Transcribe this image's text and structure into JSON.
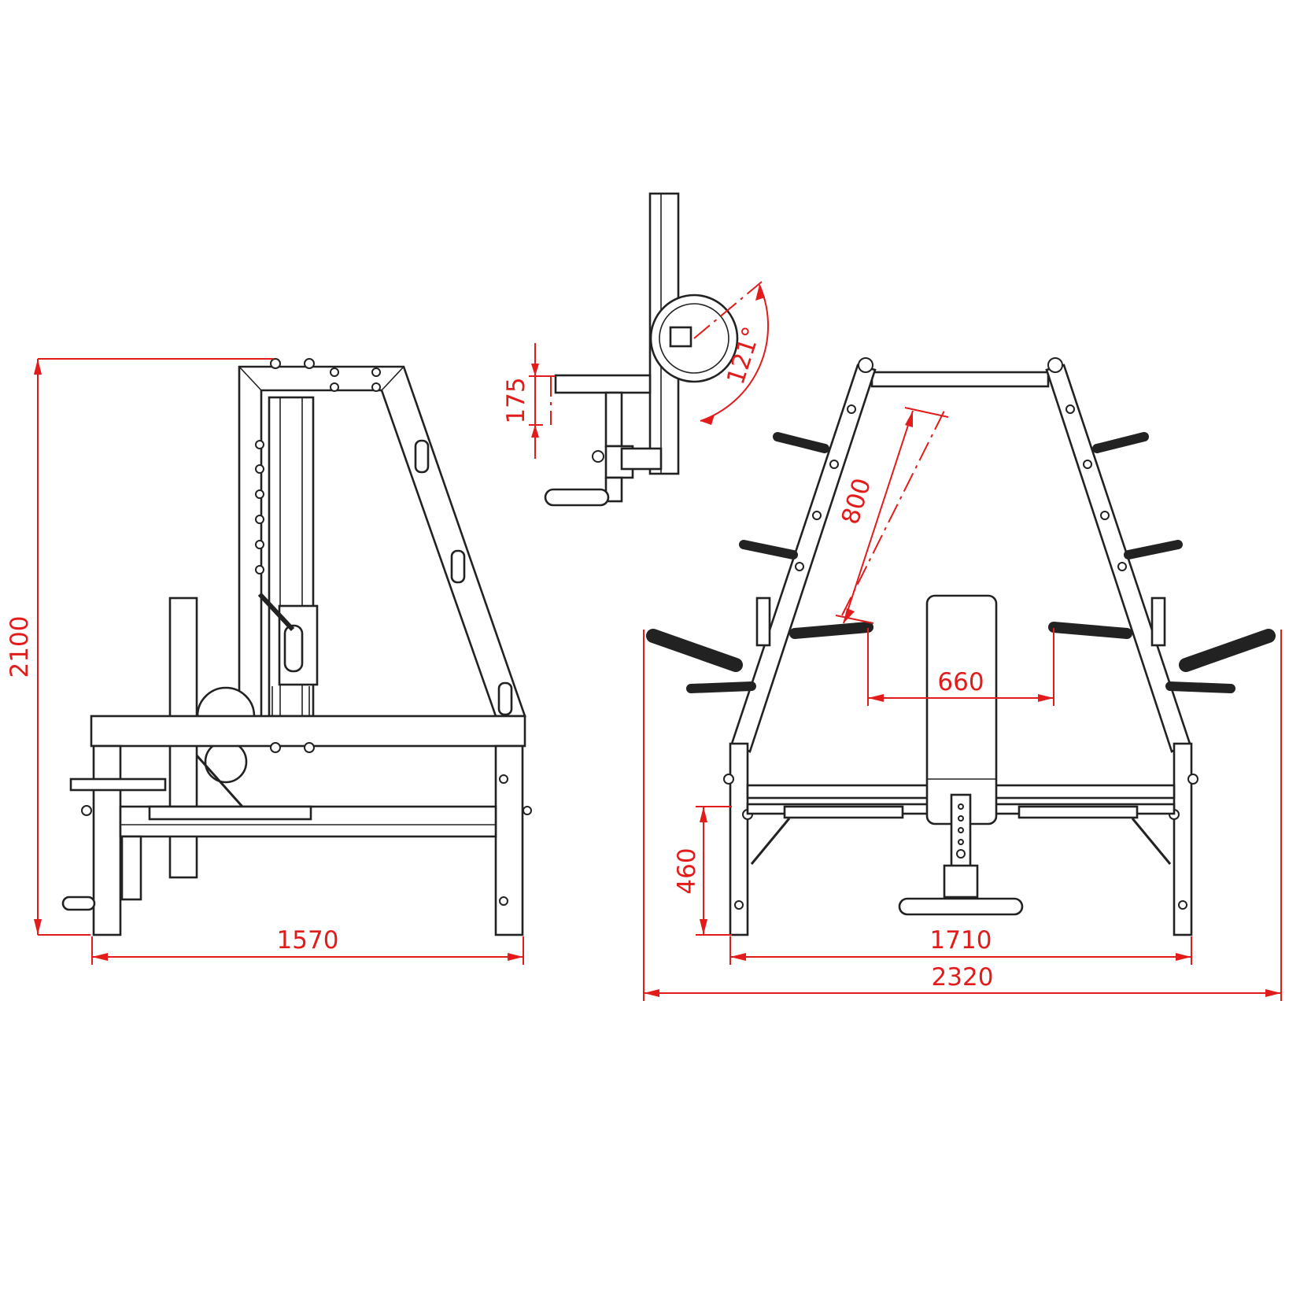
{
  "colors": {
    "linework": "#222222",
    "dimension": "#e21b1b",
    "background": "#ffffff"
  },
  "dimensions": {
    "side_height": "2100",
    "side_length": "1570",
    "seat_offset": "175",
    "pad_angle": "121°",
    "arm_length": "800",
    "handle_spacing": "660",
    "seat_height": "460",
    "frame_width": "1710",
    "overall_width": "2320"
  }
}
